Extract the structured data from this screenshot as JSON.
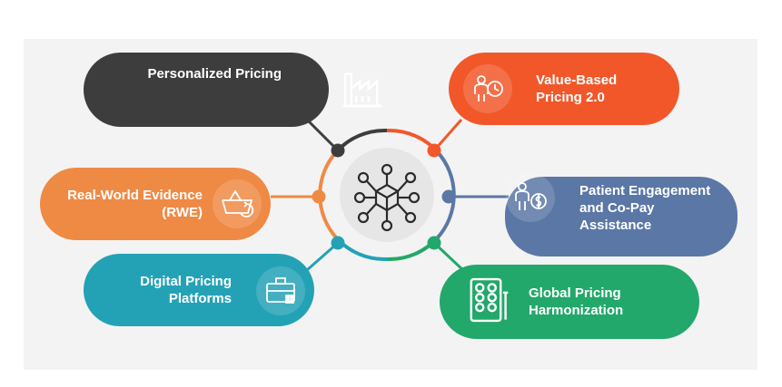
{
  "colors": {
    "dark": "#3d3d3d",
    "orange_red": "#f2572a",
    "orange": "#ef8a45",
    "slate_blue": "#5b77a5",
    "teal": "#23a2b5",
    "green": "#22a86a"
  },
  "items": [
    {
      "label": "Personalized Pricing",
      "color": "#3d3d3d",
      "icon": "factory-icon"
    },
    {
      "label": "Value-Based Pricing 2.0",
      "color": "#f2572a",
      "icon": "person-clock-icon"
    },
    {
      "label": "Real-World Evidence (RWE)",
      "color": "#ef8a45",
      "icon": "basket-refresh-icon"
    },
    {
      "label": "Patient Engagement and Co-Pay Assistance",
      "color": "#5b77a5",
      "icon": "person-dollar-icon"
    },
    {
      "label": "Digital Pricing Platforms",
      "color": "#23a2b5",
      "icon": "briefcase-icon"
    },
    {
      "label": "Global Pricing Harmonization",
      "color": "#22a86a",
      "icon": "pill-tablet-icon"
    }
  ],
  "hub": {
    "icon": "network-cube-icon"
  }
}
